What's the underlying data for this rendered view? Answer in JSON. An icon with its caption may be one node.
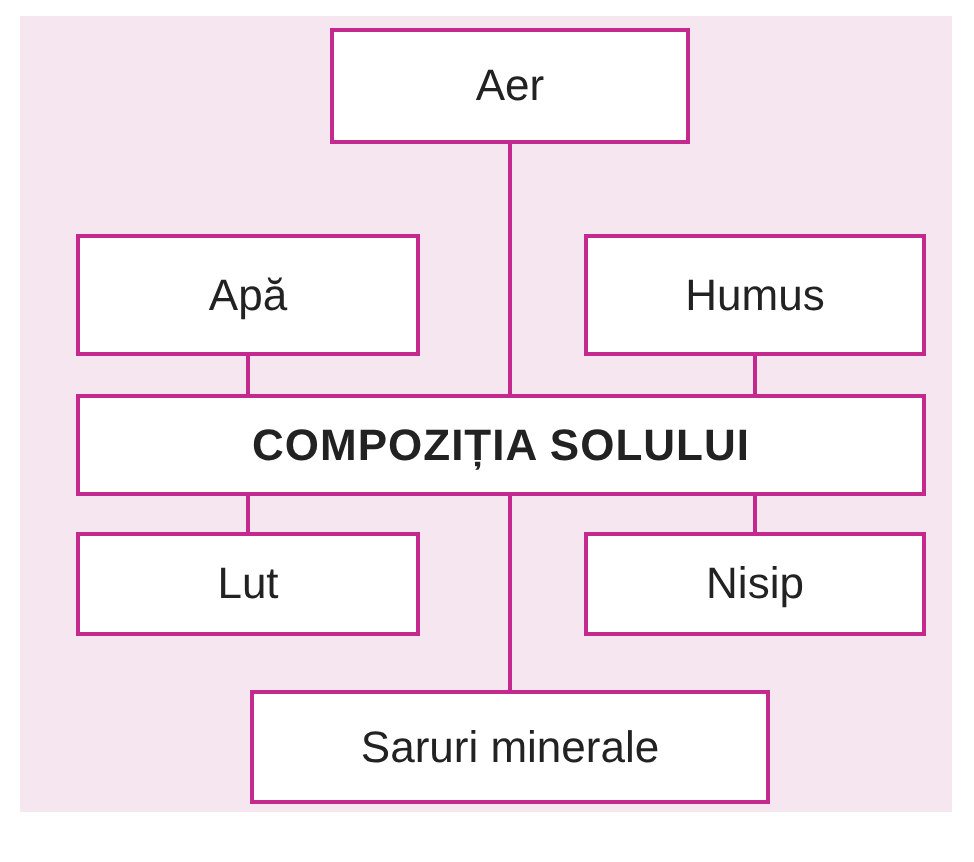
{
  "diagram": {
    "nodes": [
      {
        "text": [
          "Aer"
        ]
      },
      {
        "text": [
          "Apă"
        ]
      },
      {
        "text": [
          "Humus"
        ]
      },
      {
        "text": [
          "COMPOZIȚIA SOLULUI"
        ]
      },
      {
        "text": [
          "Lut"
        ]
      },
      {
        "text": [
          "Nisip"
        ]
      },
      {
        "text": [
          "Saruri minerale"
        ]
      }
    ],
    "edges": [
      {
        "from": 0,
        "to": 3,
        "arrow": "none"
      },
      {
        "from": 1,
        "to": 3,
        "arrow": "none"
      },
      {
        "from": 2,
        "to": 3,
        "arrow": "none"
      },
      {
        "from": 3,
        "to": 4,
        "arrow": "none"
      },
      {
        "from": 3,
        "to": 5,
        "arrow": "none"
      },
      {
        "from": 3,
        "to": 6,
        "arrow": "none"
      }
    ]
  }
}
